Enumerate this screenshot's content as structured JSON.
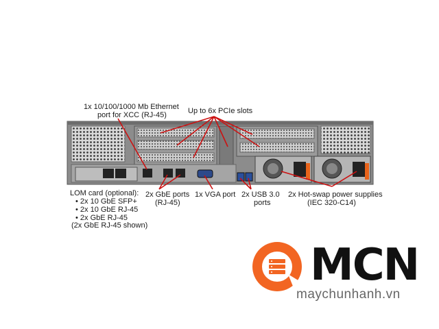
{
  "labels": {
    "xcc_port_line1": "1x 10/100/1000 Mb Ethernet",
    "xcc_port_line2": "port for XCC (RJ-45)",
    "pcie_slots": "Up to 6x PCIe slots",
    "lom_title": "LOM card (optional):",
    "lom_items": [
      "•  2x 10 GbE SFP+",
      "•  2x 10 GbE RJ-45",
      "•  2x GbE RJ-45"
    ],
    "lom_note": "(2x GbE RJ-45 shown)",
    "gbe_line1": "2x GbE ports",
    "gbe_line2": "(RJ-45)",
    "vga": "1x VGA port",
    "usb_line1": "2x USB 3.0",
    "usb_line2": "ports",
    "psu_line1": "2x Hot-swap power supplies",
    "psu_line2": "(IEC 320-C14)"
  },
  "logo": {
    "text": "MCN",
    "domain": "maychunhanh.vn",
    "accent_color": "#f26522"
  },
  "colors": {
    "callout_line": "#cc1111",
    "chassis": "#8c8c8c",
    "chassis_dark": "#3a3a3a",
    "psu_handle": "#e8631a"
  }
}
